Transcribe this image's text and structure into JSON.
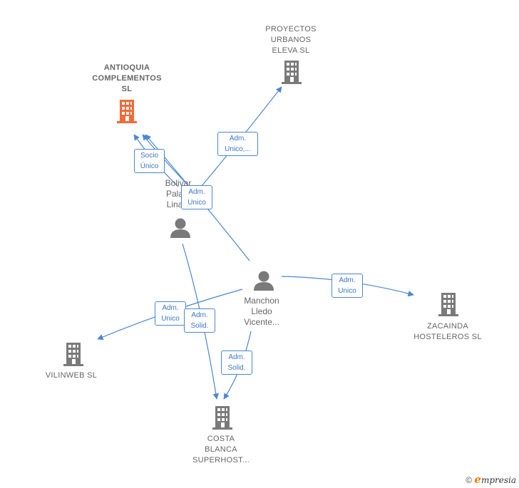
{
  "colors": {
    "edge": "#4a86d4",
    "company": "#7a7a7a",
    "focus_company": "#f26a38",
    "person": "#7a7a7a"
  },
  "companies": [
    {
      "id": "antioquia",
      "lines": [
        "ANTIOQUIA",
        "COMPLEMENTOS",
        "SL"
      ],
      "focus": true
    },
    {
      "id": "proyectos",
      "lines": [
        "PROYECTOS",
        "URBANOS",
        "ELEVA SL"
      ],
      "focus": false
    },
    {
      "id": "zacainda",
      "lines": [
        "ZACAINDA",
        "HOSTELEROS SL"
      ],
      "focus": false
    },
    {
      "id": "vilinweb",
      "lines": [
        "VILINWEB SL"
      ],
      "focus": false
    },
    {
      "id": "costa",
      "lines": [
        "COSTA",
        "BLANCA",
        "SUPERHOST..."
      ],
      "focus": false
    }
  ],
  "people": [
    {
      "id": "bolivar",
      "lines": [
        "Bolivar",
        "Pala...",
        "Lina..."
      ]
    },
    {
      "id": "manchon",
      "lines": [
        "Manchon",
        "Lledo",
        "Vicente..."
      ]
    }
  ],
  "relations": [
    {
      "id": "socio-unico",
      "lines": [
        "Socio",
        "Único"
      ]
    },
    {
      "id": "adm-unico-1",
      "lines": [
        "Adm.",
        "Unico,..."
      ]
    },
    {
      "id": "adm-unico-2",
      "lines": [
        "Adm.",
        "Unico"
      ]
    },
    {
      "id": "adm-unico-3",
      "lines": [
        "Adm.",
        "Unico"
      ]
    },
    {
      "id": "adm-unico-4",
      "lines": [
        "Adm.",
        "Unico"
      ]
    },
    {
      "id": "adm-solid-1",
      "lines": [
        "Adm.",
        "Solid."
      ]
    },
    {
      "id": "adm-solid-2",
      "lines": [
        "Adm.",
        "Solid."
      ]
    }
  ],
  "footer": {
    "copyright": "©",
    "brand_initial": "e",
    "brand_rest": "mpresia"
  }
}
